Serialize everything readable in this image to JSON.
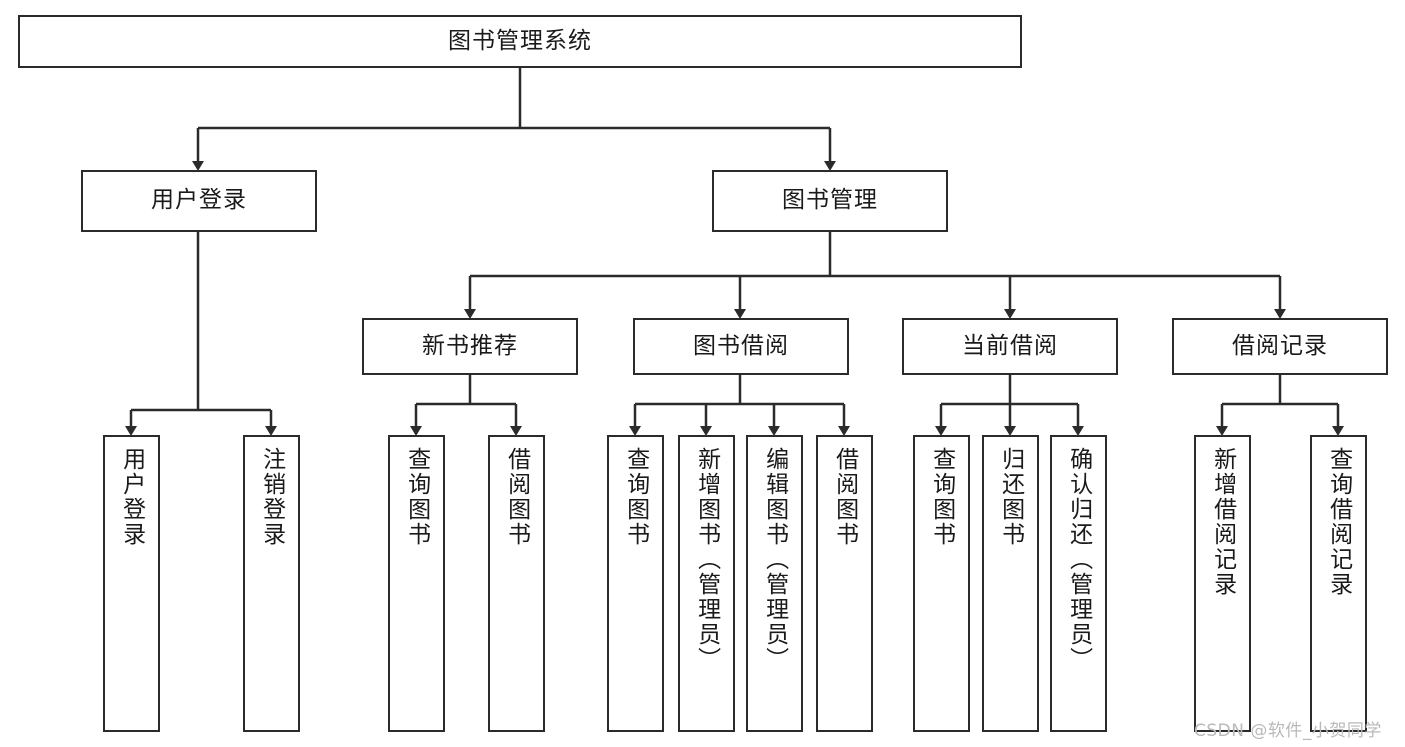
{
  "diagram": {
    "title": "图书管理系统",
    "type": "hierarchy-tree",
    "watermark": "CSDN @软件_小贺同学",
    "colors": {
      "stroke": "#2b2b2b",
      "fill": "#ffffff",
      "text": "#1a1a1a",
      "watermark": "#b9b9b9"
    },
    "nodes": {
      "root": {
        "label": "图书管理系统"
      },
      "level2": [
        {
          "id": "user-login",
          "label": "用户登录"
        },
        {
          "id": "book-manage",
          "label": "图书管理"
        }
      ],
      "level3": [
        {
          "id": "new-book-recommend",
          "label": "新书推荐"
        },
        {
          "id": "book-borrow",
          "label": "图书借阅"
        },
        {
          "id": "current-borrow",
          "label": "当前借阅"
        },
        {
          "id": "borrow-record",
          "label": "借阅记录"
        }
      ],
      "leaves": {
        "user-login": [
          {
            "id": "leaf-user-login",
            "label": "用户登录"
          },
          {
            "id": "leaf-logout-login",
            "label": "注销登录"
          }
        ],
        "new-book-recommend": [
          {
            "id": "leaf-query-book-1",
            "label": "查询图书"
          },
          {
            "id": "leaf-borrow-book-1",
            "label": "借阅图书"
          }
        ],
        "book-borrow": [
          {
            "id": "leaf-query-book-2",
            "label": "查询图书"
          },
          {
            "id": "leaf-add-book",
            "label": "新增图书（管理员）"
          },
          {
            "id": "leaf-edit-book",
            "label": "编辑图书（管理员）"
          },
          {
            "id": "leaf-borrow-book-2",
            "label": "借阅图书"
          }
        ],
        "current-borrow": [
          {
            "id": "leaf-query-book-3",
            "label": "查询图书"
          },
          {
            "id": "leaf-return-book",
            "label": "归还图书"
          },
          {
            "id": "leaf-confirm-return",
            "label": "确认归还（管理员）"
          }
        ],
        "borrow-record": [
          {
            "id": "leaf-add-record",
            "label": "新增借阅记录"
          },
          {
            "id": "leaf-query-record",
            "label": "查询借阅记录"
          }
        ]
      }
    }
  }
}
